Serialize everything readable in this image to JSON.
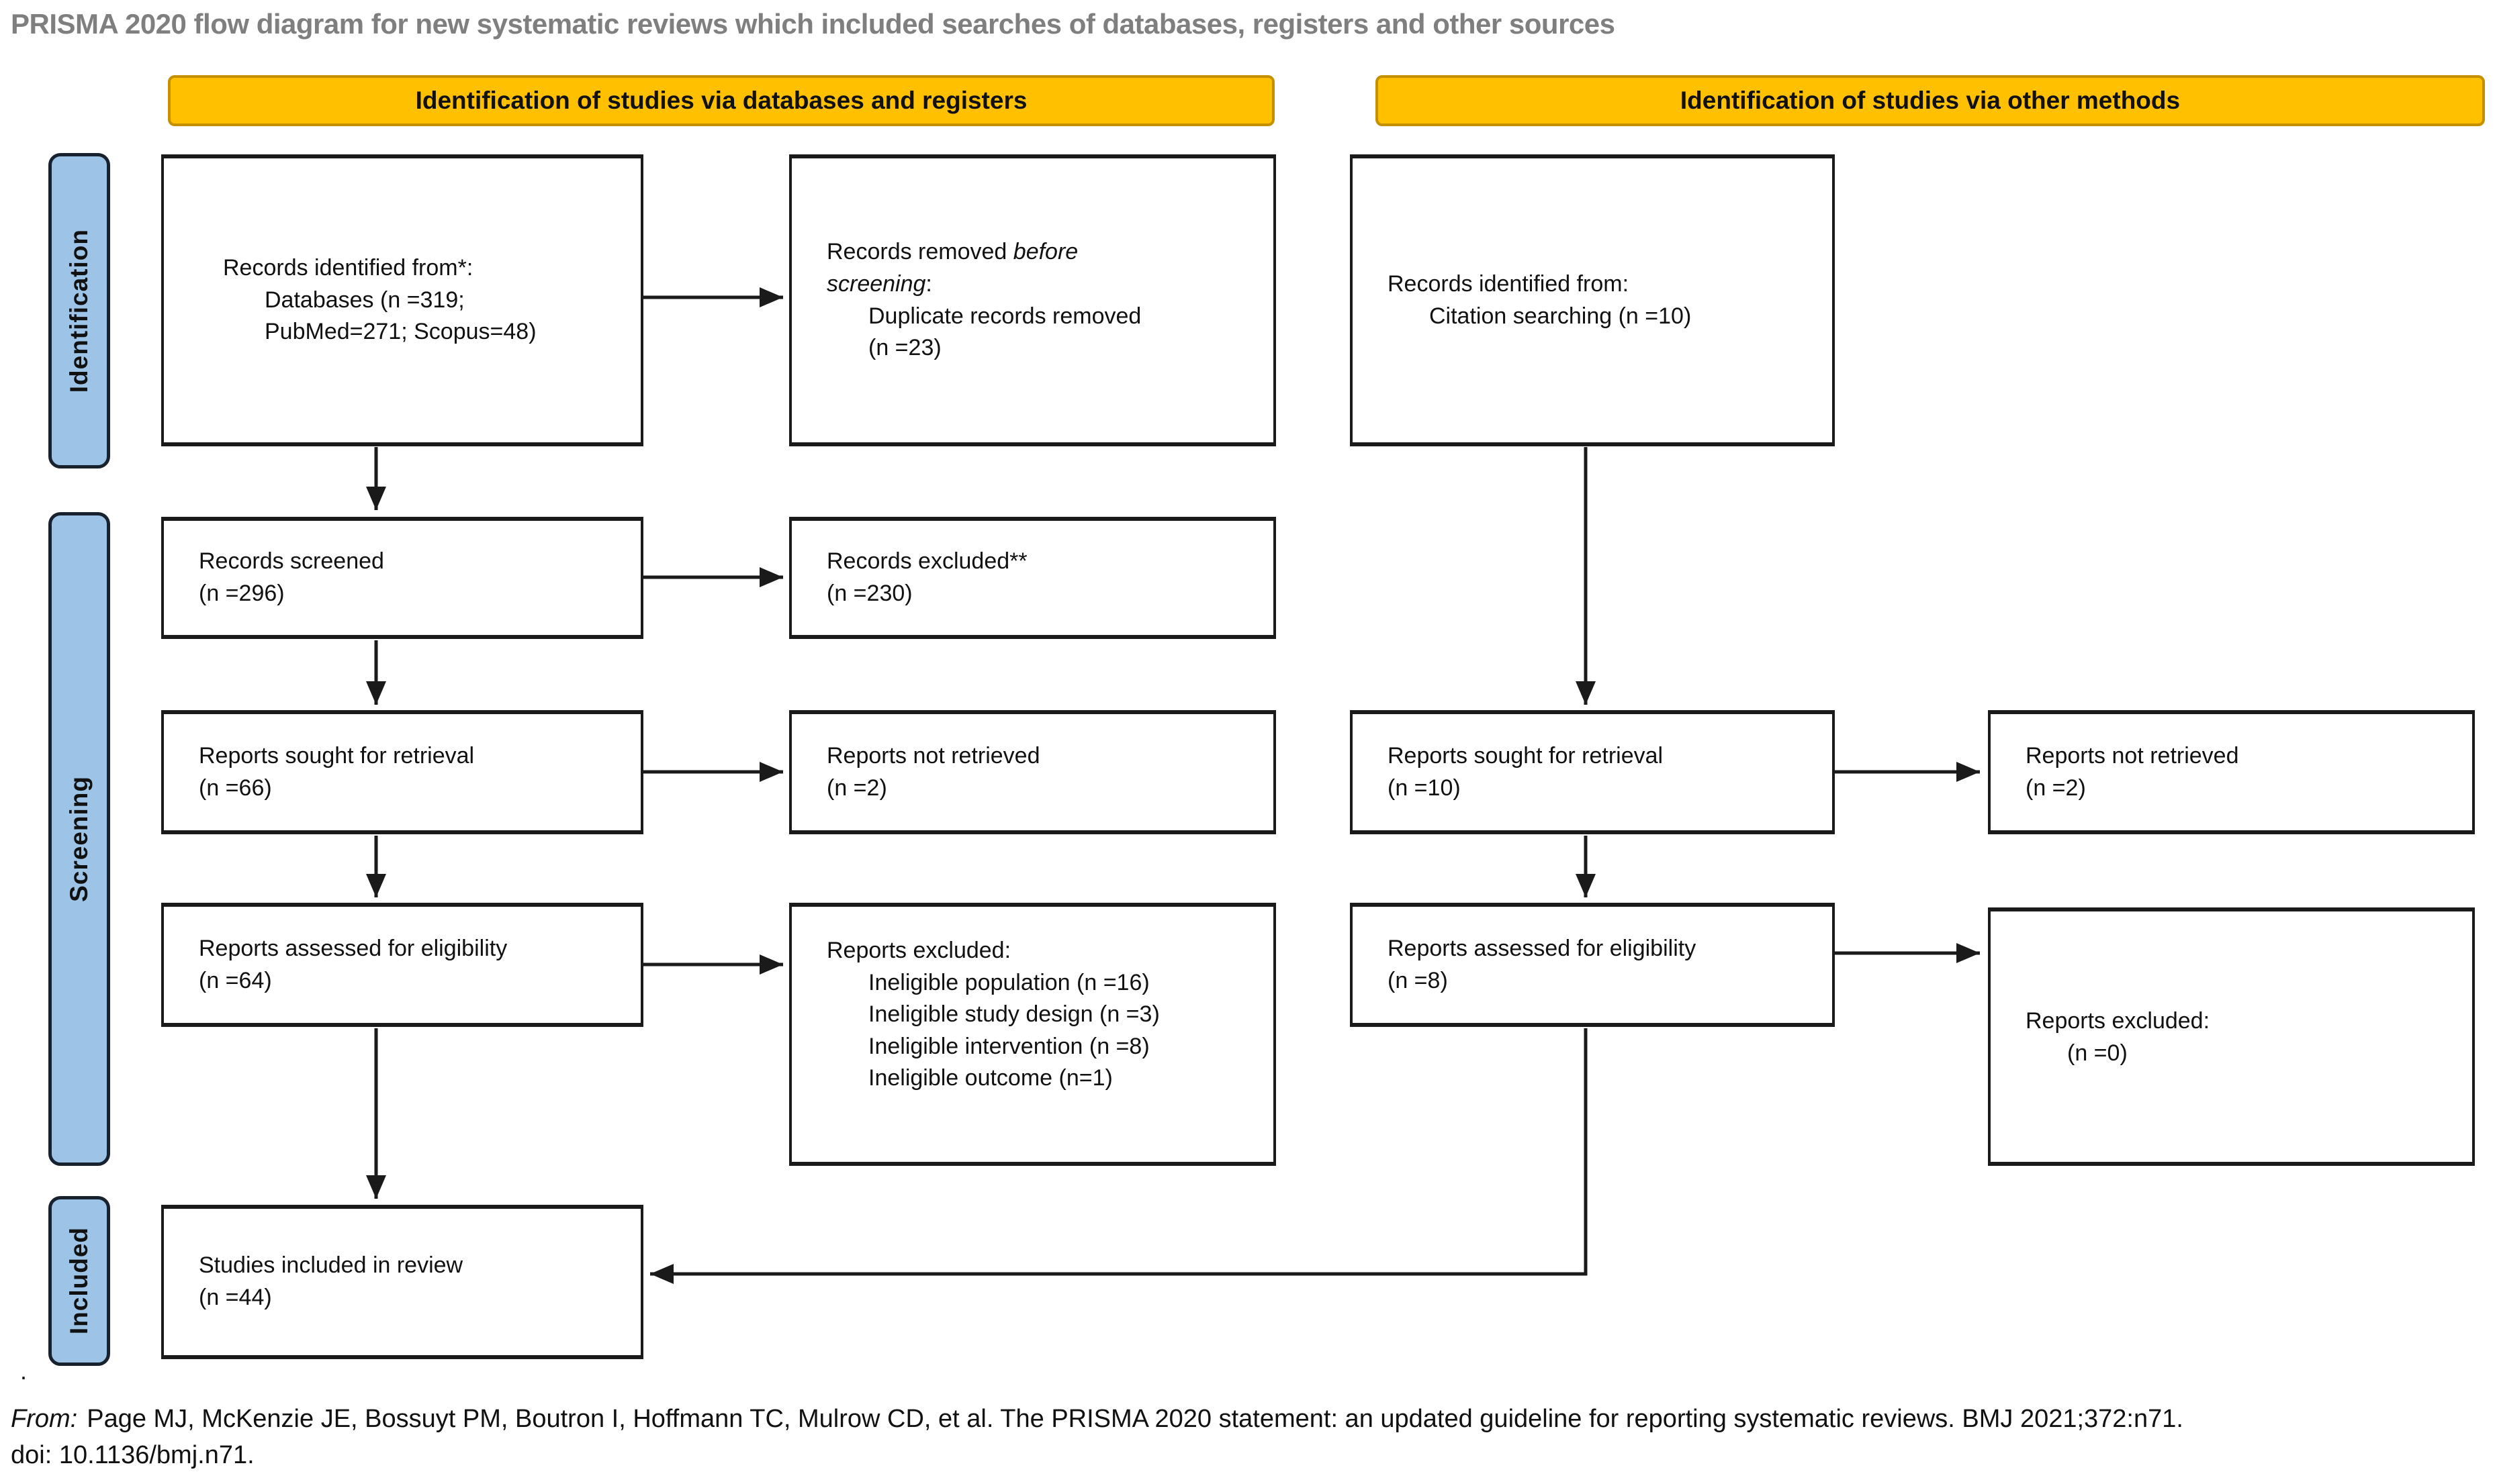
{
  "title": "PRISMA 2020 flow diagram for new systematic reviews which included searches of databases, registers and other sources",
  "colors": {
    "title_color": "#7F7F7F",
    "header_bg": "#FFC000",
    "header_border": "#C49000",
    "stage_bg": "#9DC3E6",
    "stage_border": "#18222E",
    "box_border": "#1A1A1A",
    "arrow": "#1A1A1A"
  },
  "headers": {
    "databases": "Identification of studies via databases and registers",
    "other_methods": "Identification of studies via other methods"
  },
  "stages": {
    "identification": "Identification",
    "screening": "Screening",
    "included": "Included"
  },
  "boxes": {
    "db_identified": {
      "lines": [
        {
          "indent": 0,
          "parts": [
            {
              "text": "Records identified from*:"
            }
          ]
        },
        {
          "indent": 1,
          "parts": [
            {
              "text": "Databases (n =319;"
            }
          ]
        },
        {
          "indent": 1,
          "parts": [
            {
              "text": "PubMed=271; Scopus=48)"
            }
          ]
        }
      ]
    },
    "records_removed": {
      "lines": [
        {
          "indent": 0,
          "parts": [
            {
              "text": "Records removed "
            },
            {
              "text": "before",
              "italic": true
            }
          ]
        },
        {
          "indent": 0,
          "parts": [
            {
              "text": "screening",
              "italic": true
            },
            {
              "text": ":"
            }
          ]
        },
        {
          "indent": 1,
          "parts": [
            {
              "text": "Duplicate records removed"
            }
          ]
        },
        {
          "indent": 1,
          "parts": [
            {
              "text": "(n =23)"
            }
          ]
        }
      ]
    },
    "other_identified": {
      "lines": [
        {
          "indent": 0,
          "parts": [
            {
              "text": "Records identified from:"
            }
          ]
        },
        {
          "indent": 1,
          "parts": [
            {
              "text": "Citation searching (n =10)"
            }
          ]
        }
      ]
    },
    "records_screened": {
      "lines": [
        {
          "indent": 0,
          "parts": [
            {
              "text": "Records screened"
            }
          ]
        },
        {
          "indent": 0,
          "parts": [
            {
              "text": "(n =296)"
            }
          ]
        }
      ]
    },
    "records_excluded": {
      "lines": [
        {
          "indent": 0,
          "parts": [
            {
              "text": "Records excluded**"
            }
          ]
        },
        {
          "indent": 0,
          "parts": [
            {
              "text": "(n =230)"
            }
          ]
        }
      ]
    },
    "reports_sought_db": {
      "lines": [
        {
          "indent": 0,
          "parts": [
            {
              "text": "Reports sought for retrieval"
            }
          ]
        },
        {
          "indent": 0,
          "parts": [
            {
              "text": "(n =66)"
            }
          ]
        }
      ]
    },
    "reports_not_retrieved_db": {
      "lines": [
        {
          "indent": 0,
          "parts": [
            {
              "text": "Reports not retrieved"
            }
          ]
        },
        {
          "indent": 0,
          "parts": [
            {
              "text": "(n =2)"
            }
          ]
        }
      ]
    },
    "reports_sought_other": {
      "lines": [
        {
          "indent": 0,
          "parts": [
            {
              "text": "Reports sought for retrieval"
            }
          ]
        },
        {
          "indent": 0,
          "parts": [
            {
              "text": "(n =10)"
            }
          ]
        }
      ]
    },
    "reports_not_retrieved_other": {
      "lines": [
        {
          "indent": 0,
          "parts": [
            {
              "text": "Reports not retrieved"
            }
          ]
        },
        {
          "indent": 0,
          "parts": [
            {
              "text": "(n =2)"
            }
          ]
        }
      ]
    },
    "reports_assessed_db": {
      "lines": [
        {
          "indent": 0,
          "parts": [
            {
              "text": "Reports assessed for eligibility"
            }
          ]
        },
        {
          "indent": 0,
          "parts": [
            {
              "text": "(n =64)"
            }
          ]
        }
      ]
    },
    "reports_excluded_db": {
      "lines": [
        {
          "indent": 0,
          "parts": [
            {
              "text": "Reports excluded:"
            }
          ]
        },
        {
          "indent": 1,
          "parts": [
            {
              "text": "Ineligible population (n =16)"
            }
          ]
        },
        {
          "indent": 1,
          "parts": [
            {
              "text": "Ineligible study design (n =3)"
            }
          ]
        },
        {
          "indent": 1,
          "parts": [
            {
              "text": "Ineligible intervention (n =8)"
            }
          ]
        },
        {
          "indent": 1,
          "parts": [
            {
              "text": "Ineligible outcome (n=1)"
            }
          ]
        }
      ]
    },
    "reports_assessed_other": {
      "lines": [
        {
          "indent": 0,
          "parts": [
            {
              "text": "Reports assessed for eligibility"
            }
          ]
        },
        {
          "indent": 0,
          "parts": [
            {
              "text": "(n =8)"
            }
          ]
        }
      ]
    },
    "reports_excluded_other": {
      "lines": [
        {
          "indent": 0,
          "parts": [
            {
              "text": "Reports excluded:"
            }
          ]
        },
        {
          "indent": 1,
          "parts": [
            {
              "text": "(n =0)"
            }
          ]
        }
      ]
    },
    "studies_included": {
      "lines": [
        {
          "indent": 0,
          "parts": [
            {
              "text": "Studies included in review"
            }
          ]
        },
        {
          "indent": 0,
          "parts": [
            {
              "text": "(n =44)"
            }
          ]
        }
      ]
    }
  },
  "footnote_dot": ".",
  "citation": {
    "from_label": "From:",
    "line1": "Page MJ, McKenzie JE, Bossuyt PM, Boutron I, Hoffmann TC, Mulrow CD, et al. The PRISMA 2020 statement: an updated guideline for reporting systematic reviews. BMJ 2021;372:n71.",
    "line2": "doi: 10.1136/bmj.n71."
  }
}
